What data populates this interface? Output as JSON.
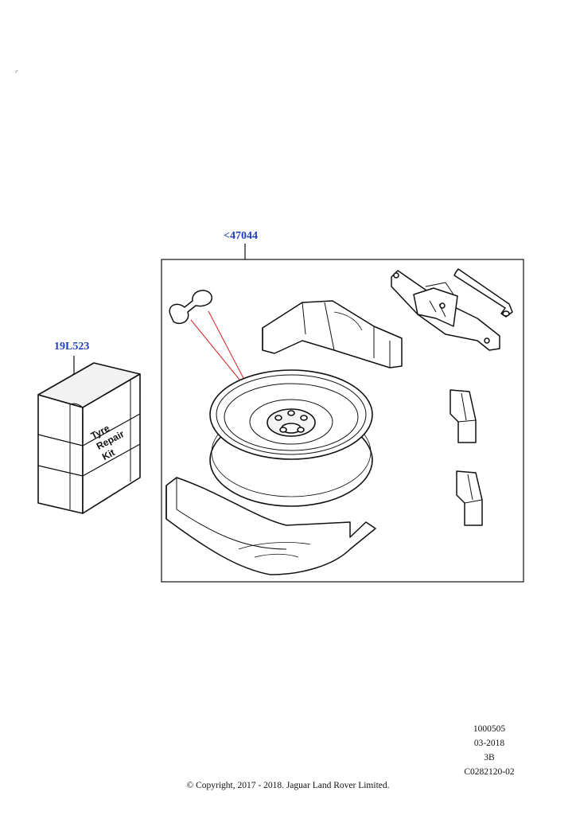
{
  "callouts": {
    "kit_group": "<47044",
    "repair_kit": "19L523"
  },
  "repair_kit_label": [
    "Tyre",
    "Repair",
    "Kit"
  ],
  "info_block": {
    "part_ref": "1000505",
    "date": "03-2018",
    "revision": "3B",
    "illustration_code": "C0282120-02"
  },
  "copyright": "© Copyright, 2017 - 2018. Jaguar Land Rover Limited.",
  "colors": {
    "callout": "#1f3fbf",
    "leader_red": "#e02020",
    "line": "#111111",
    "shade": "#e8e8e8"
  }
}
